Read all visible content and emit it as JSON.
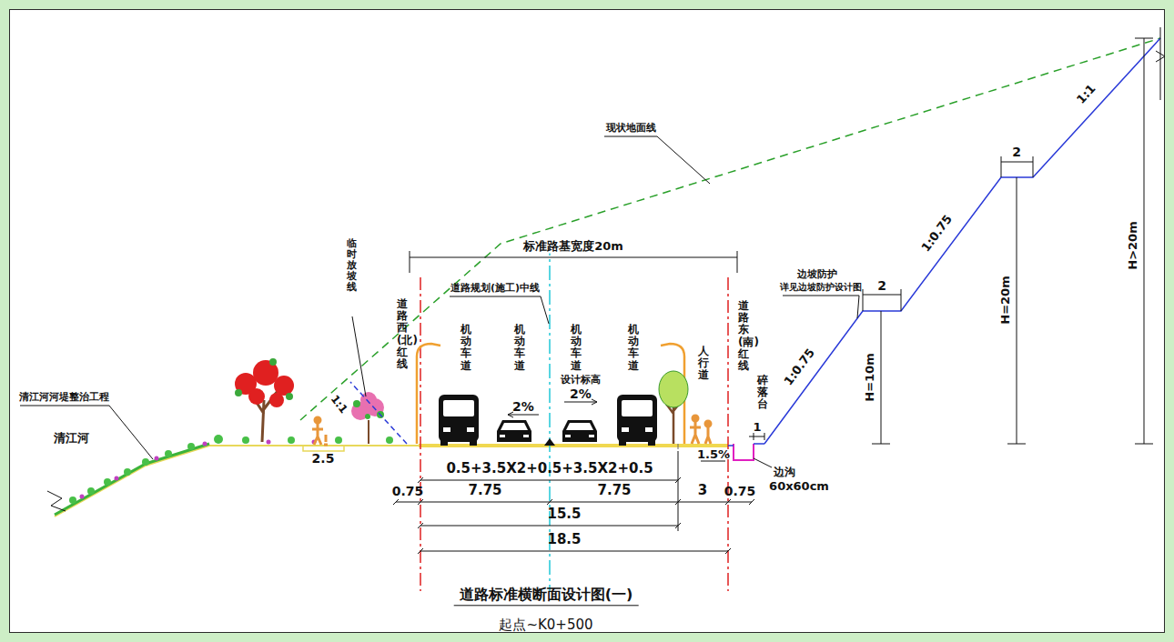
{
  "diagram": {
    "title": "道路标准横断面设计图(一)",
    "caption": "起点~K0+500",
    "labels": [
      "现状地面线",
      "标准路基宽度20m",
      "道路规划(施工)中线",
      "临时放坡线",
      "1:1",
      "道路西(北)红线",
      "机动车道",
      "机动车道",
      "机动车道",
      "机动车道",
      "人行道",
      "道路东(南)红线",
      "碎落台",
      "边坡防护",
      "详见边坡防护设计图",
      "清江河河堤整治工程",
      "清江河",
      "2.5",
      "2%",
      "设计标高",
      "2%",
      "1.5%",
      "0.5+3.5X2+0.5+3.5X2+0.5",
      "0.75",
      "7.75",
      "7.75",
      "3",
      "0.75",
      "15.5",
      "18.5",
      "1",
      "边沟",
      "60x60cm",
      "1:0.75",
      "H=10m",
      "2",
      "1:0.75",
      "2",
      "H=20m",
      "1:1",
      "H>20m"
    ]
  }
}
